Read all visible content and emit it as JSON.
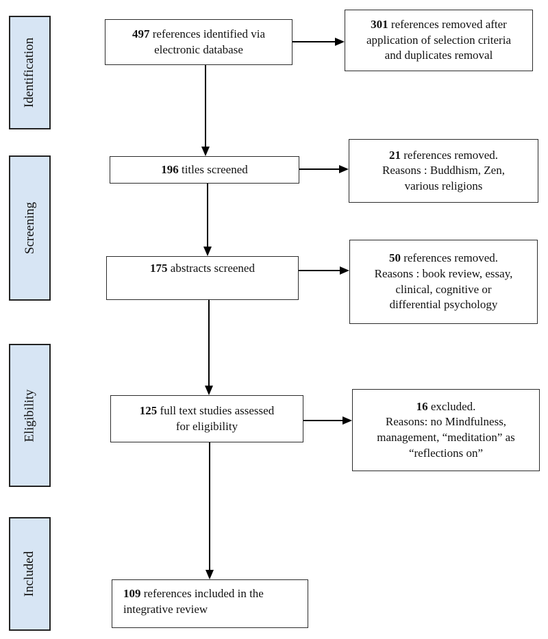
{
  "diagram": {
    "stages": [
      {
        "label": "Identification"
      },
      {
        "label": "Screening"
      },
      {
        "label": "Eligibility"
      },
      {
        "label": "Included"
      }
    ],
    "main_boxes": [
      {
        "count": "497",
        "text": " references identified via\nelectronic database"
      },
      {
        "count": "196",
        "text": " titles screened"
      },
      {
        "count": "175",
        "text": " abstracts screened"
      },
      {
        "count": "125",
        "text": " full text studies assessed\nfor eligibility"
      },
      {
        "count": "109",
        "text": " references included in the\nintegrative review"
      }
    ],
    "exclusion_boxes": [
      {
        "count": "301",
        "text": " references removed after\napplication of selection criteria\nand duplicates removal"
      },
      {
        "count": "21",
        "text": " references removed.\nReasons : Buddhism, Zen,\nvarious religions"
      },
      {
        "count": "50",
        "text": " references removed.\nReasons : book review, essay,\nclinical, cognitive or\ndifferential psychology"
      },
      {
        "count": "16",
        "text": " excluded.\nReasons: no Mindfulness,\nmanagement, “meditation” as\n“reflections on”"
      }
    ],
    "colors": {
      "stage_fill": "#d7e5f4",
      "box_border": "#2b2b2b",
      "arrow": "#000000",
      "background": "#ffffff"
    }
  }
}
